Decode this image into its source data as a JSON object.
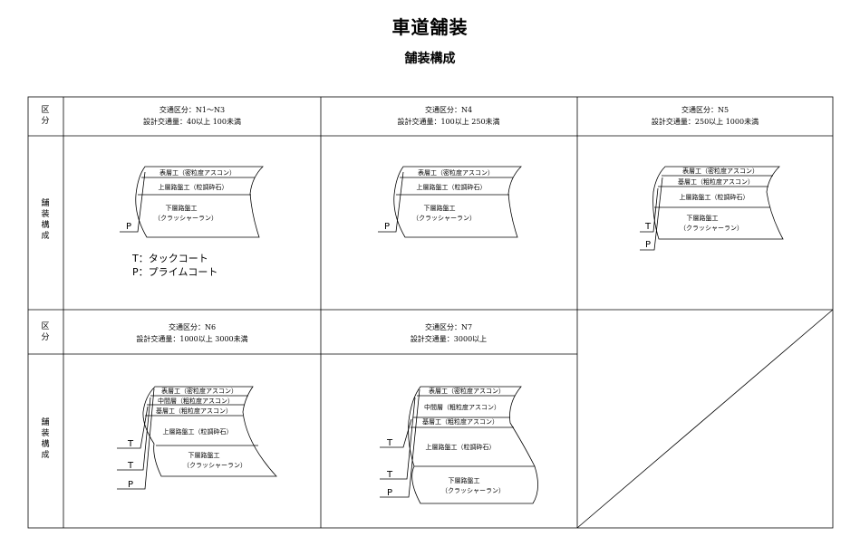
{
  "page": {
    "title": "車道舗装",
    "subtitle": "舗装構成"
  },
  "side_labels": {
    "kubun": [
      "区",
      "分"
    ],
    "hosou": [
      "舗",
      "装",
      "構",
      "成"
    ]
  },
  "cells": [
    {
      "id": "n1n3",
      "kubun": "交通区分：N1～N3",
      "traffic": "設計交通量：40以上 100未満",
      "layers": [
        "表層工（密粒度アスコン）",
        "上層路盤工（粒調砕石）",
        "下層路盤工",
        "（クラッシャーラン）"
      ],
      "marks": [
        "P"
      ]
    },
    {
      "id": "n4",
      "kubun": "交通区分：N4",
      "traffic": "設計交通量：100以上 250未満",
      "layers": [
        "表層工（密粒度アスコン）",
        "上層路盤工（粒調砕石）",
        "下層路盤工",
        "（クラッシャーラン）"
      ],
      "marks": [
        "P"
      ]
    },
    {
      "id": "n5",
      "kubun": "交通区分：N5",
      "traffic": "設計交通量：250以上 1000未満",
      "layers": [
        "表層工（密粒度アスコン）",
        "基層工（粗粒度アスコン）",
        "上層路盤工（粒調砕石）",
        "下層路盤工",
        "（クラッシャーラン）"
      ],
      "marks": [
        "T",
        "P"
      ]
    },
    {
      "id": "n6",
      "kubun": "交通区分：N6",
      "traffic": "設計交通量：1000以上 3000未満",
      "layers": [
        "表層工（密粒度アスコン）",
        "中間層（粗粒度アスコン）",
        "基層工（粗粒度アスコン）",
        "上層路盤工（粒調砕石）",
        "下層路盤工",
        "（クラッシャーラン）"
      ],
      "marks": [
        "T",
        "T",
        "P"
      ]
    },
    {
      "id": "n7",
      "kubun": "交通区分：N7",
      "traffic": "設計交通量：3000以上",
      "layers": [
        "表層工（密粒度アスコン）",
        "中間層（粗粒度アスコン）",
        "基層工（粗粒度アスコン）",
        "上層路盤工（粒調砕石）",
        "下層路盤工",
        "（クラッシャーラン）"
      ],
      "marks": [
        "T",
        "T",
        "P"
      ]
    }
  ],
  "legend": {
    "t": "T：タックコート",
    "p": "P：プライムコート"
  }
}
